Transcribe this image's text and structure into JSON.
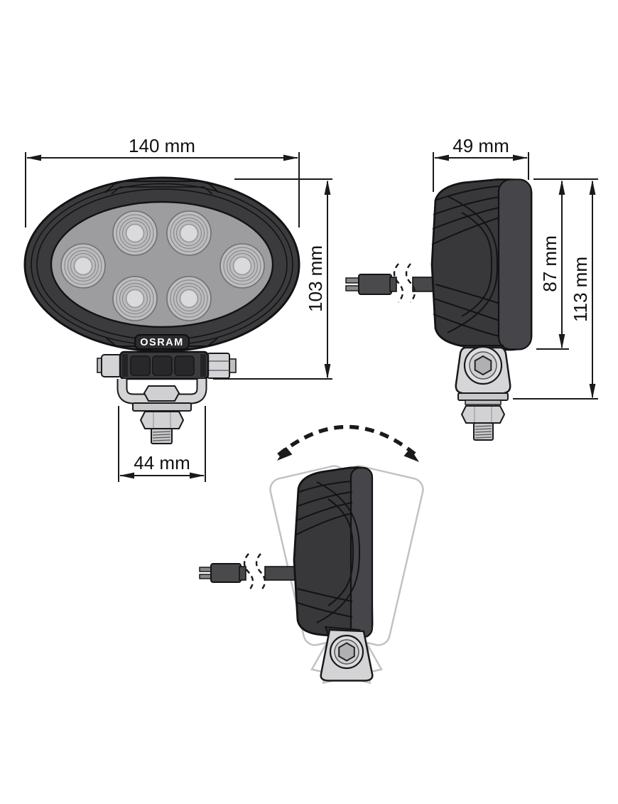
{
  "brand": {
    "logo_text": "OSRAM"
  },
  "front_view": {
    "width_dim": "140 mm",
    "height_dim": "103 mm",
    "bracket_width_dim": "44 mm"
  },
  "side_view": {
    "depth_dim": "49 mm",
    "housing_height_dim": "87 mm",
    "overall_height_dim": "113 mm"
  },
  "colors": {
    "background": "#ffffff",
    "line": "#1a1a1a",
    "housing_dark": "#38383b",
    "lens_gray": "#9d9da0",
    "metal_gray": "#d4d4d6",
    "ghost_outline": "#c2c2c4"
  }
}
